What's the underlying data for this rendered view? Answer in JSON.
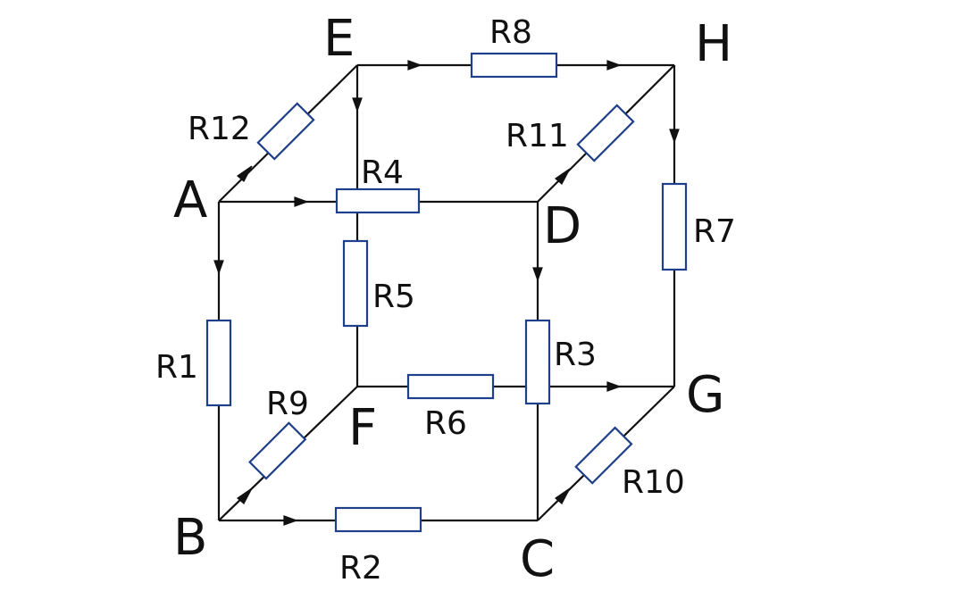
{
  "nodes": {
    "A": "A",
    "B": "B",
    "C": "C",
    "D": "D",
    "E": "E",
    "F": "F",
    "G": "G",
    "H": "H"
  },
  "resistors": {
    "R1": "R1",
    "R2": "R2",
    "R3": "R3",
    "R4": "R4",
    "R5": "R5",
    "R6": "R6",
    "R7": "R7",
    "R8": "R8",
    "R9": "R9",
    "R10": "R10",
    "R11": "R11",
    "R12": "R12"
  },
  "colors": {
    "wire": "#111111",
    "resistor": "#1f3f8a",
    "background": "#ffffff"
  }
}
